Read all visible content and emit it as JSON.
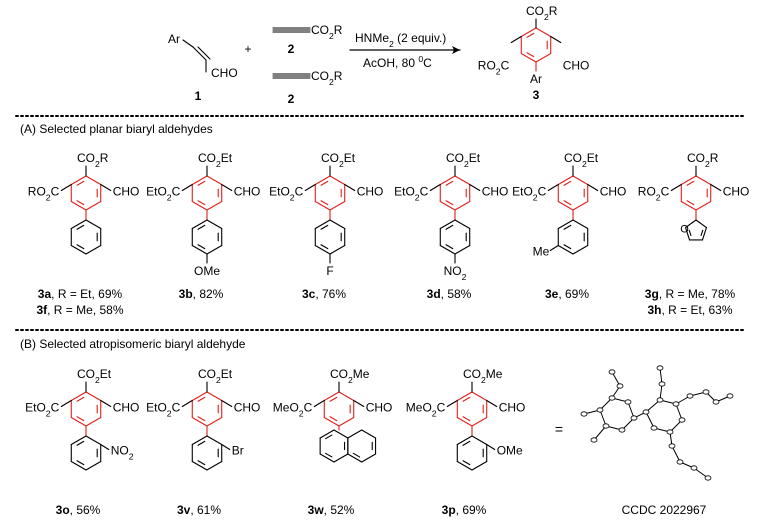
{
  "scheme": {
    "ar": "Ar",
    "cho": "CHO",
    "plus": "+",
    "alkyne_ester": "CO",
    "alkyne_r": "R",
    "compound_1": "1",
    "compound_2a": "2",
    "compound_2b": "2",
    "reagent_line1": "HNMe",
    "reagent_line1_sub": "2",
    "reagent_line1_rest": " (2 equiv.)",
    "reagent_line2": "AcOH, 80 ",
    "reagent_line2_sup": "0",
    "reagent_line2_rest": "C",
    "product_top": "CO",
    "product_top_r": "R",
    "product_left": "RO",
    "product_left_rest": "C",
    "product_right": "CHO",
    "product_ar": "Ar",
    "compound_3": "3"
  },
  "section_a": {
    "title": "(A) Selected planar biaryl aldehydes",
    "compounds": [
      {
        "top": "CO2R",
        "left": "RO2C",
        "right": "CHO",
        "aryl": "phenyl",
        "sub": "",
        "label1_bold": "3a",
        "label1_rest": ", R = Et,  69%",
        "label2_bold": "3f",
        "label2_rest": ", R = Me, 58%"
      },
      {
        "top": "CO2Et",
        "left": "EtO2C",
        "right": "CHO",
        "aryl": "para",
        "sub": "OMe",
        "label1_bold": "3b",
        "label1_rest": ", 82%",
        "label2_bold": "",
        "label2_rest": ""
      },
      {
        "top": "CO2Et",
        "left": "EtO2C",
        "right": "CHO",
        "aryl": "para",
        "sub": "F",
        "label1_bold": "3c",
        "label1_rest": ", 76%",
        "label2_bold": "",
        "label2_rest": ""
      },
      {
        "top": "CO2Et",
        "left": "EtO2C",
        "right": "CHO",
        "aryl": "para",
        "sub": "NO2",
        "label1_bold": "3d",
        "label1_rest": ", 58%",
        "label2_bold": "",
        "label2_rest": ""
      },
      {
        "top": "CO2Et",
        "left": "EtO2C",
        "right": "CHO",
        "aryl": "meta",
        "sub": "Me",
        "label1_bold": "3e",
        "label1_rest": ", 69%",
        "label2_bold": "",
        "label2_rest": ""
      },
      {
        "top": "CO2R",
        "left": "RO2C",
        "right": "CHO",
        "aryl": "furan",
        "sub": "",
        "label1_bold": "3g",
        "label1_rest": ", R = Me, 78%",
        "label2_bold": "3h",
        "label2_rest": ", R = Et,  63%"
      }
    ]
  },
  "section_b": {
    "title": "(B) Selected atropisomeric biaryl aldehyde",
    "compounds": [
      {
        "top": "CO2Et",
        "left": "EtO2C",
        "right": "CHO",
        "aryl": "ortho",
        "sub": "NO2",
        "label1_bold": "3o",
        "label1_rest": ", 56%"
      },
      {
        "top": "CO2Et",
        "left": "EtO2C",
        "right": "CHO",
        "aryl": "ortho",
        "sub": "Br",
        "label1_bold": "3v",
        "label1_rest": ", 61%"
      },
      {
        "top": "CO2Me",
        "left": "MeO2C",
        "right": "CHO",
        "aryl": "naphthyl",
        "sub": "",
        "label1_bold": "3w",
        "label1_rest": ", 52%"
      },
      {
        "top": "CO2Me",
        "left": "MeO2C",
        "right": "CHO",
        "aryl": "ortho",
        "sub": "OMe",
        "label1_bold": "3p",
        "label1_rest": ", 69%"
      }
    ],
    "equals": "=",
    "ccdc": "CCDC 2022967"
  },
  "colors": {
    "bond": "#000000",
    "highlight": "#e0201b",
    "text": "#000000"
  }
}
